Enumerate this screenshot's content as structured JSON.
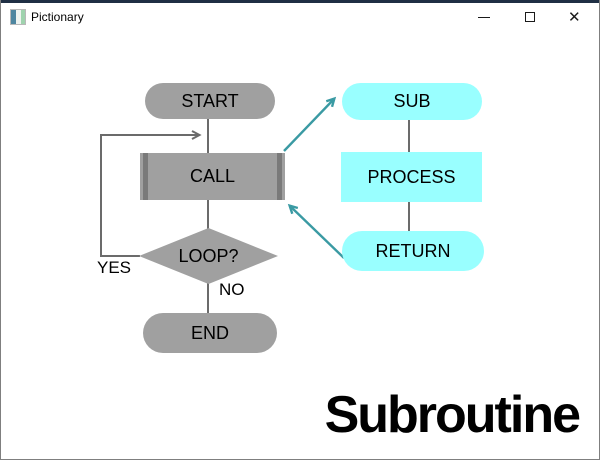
{
  "window": {
    "title": "Pictionary",
    "icons": {
      "app": "picture-icon",
      "minimize": "minimize-dash",
      "maximize": "maximize-square",
      "close": "✕"
    }
  },
  "flowchart": {
    "nodes": {
      "start": "START",
      "call": "CALL",
      "loop": "LOOP?",
      "end": "END",
      "sub": "SUB",
      "process": "PROCESS",
      "return": "RETURN"
    },
    "labels": {
      "yes": "YES",
      "no": "NO"
    },
    "colors": {
      "shape_gray": "#a0a0a0",
      "call_edge_bar": "#7a7a7a",
      "shape_cyan": "#99ffff",
      "connector_line": "#6b6b6b",
      "teal_arrow": "#3a9aa3",
      "frame_top": "#1f2f44"
    }
  },
  "caption": "Subroutine"
}
